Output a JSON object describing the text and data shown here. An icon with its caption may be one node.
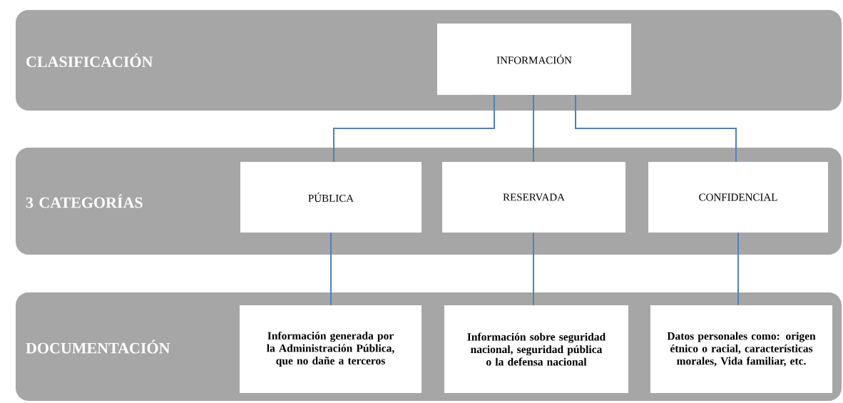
{
  "diagram": {
    "nodes": [
      {
        "text": [
          "CLASIFICACIÓN"
        ]
      },
      {
        "text": [
          "INFORMACIÓN"
        ],
        "in": 0
      },
      {
        "text": [
          "3 CATEGORÍAS"
        ]
      },
      {
        "text": [
          "PÚBLICA"
        ],
        "in": 2
      },
      {
        "text": [
          "RESERVADA"
        ],
        "in": 2
      },
      {
        "text": [
          "CONFIDENCIAL"
        ],
        "in": 2
      },
      {
        "text": [
          "DOCUMENTACIÓN"
        ]
      },
      {
        "text": [
          "Información generada por la Administración Pública, que no dañe a terceros"
        ],
        "in": 6
      },
      {
        "text": [
          "Información sobre seguridad nacional, seguridad pública o la defensa nacional"
        ],
        "in": 6
      },
      {
        "text": [
          "Datos personales como: origen étnico o racial, características morales, Vida familiar, etc."
        ],
        "in": 6
      }
    ],
    "edges": [
      {
        "from": 1,
        "to": 3,
        "arrow": "none"
      },
      {
        "from": 1,
        "to": 4,
        "arrow": "none"
      },
      {
        "from": 1,
        "to": 5,
        "arrow": "none"
      },
      {
        "from": 3,
        "to": 7,
        "arrow": "none"
      },
      {
        "from": 4,
        "to": 8,
        "arrow": "none"
      },
      {
        "from": 5,
        "to": 9,
        "arrow": "none"
      }
    ]
  }
}
